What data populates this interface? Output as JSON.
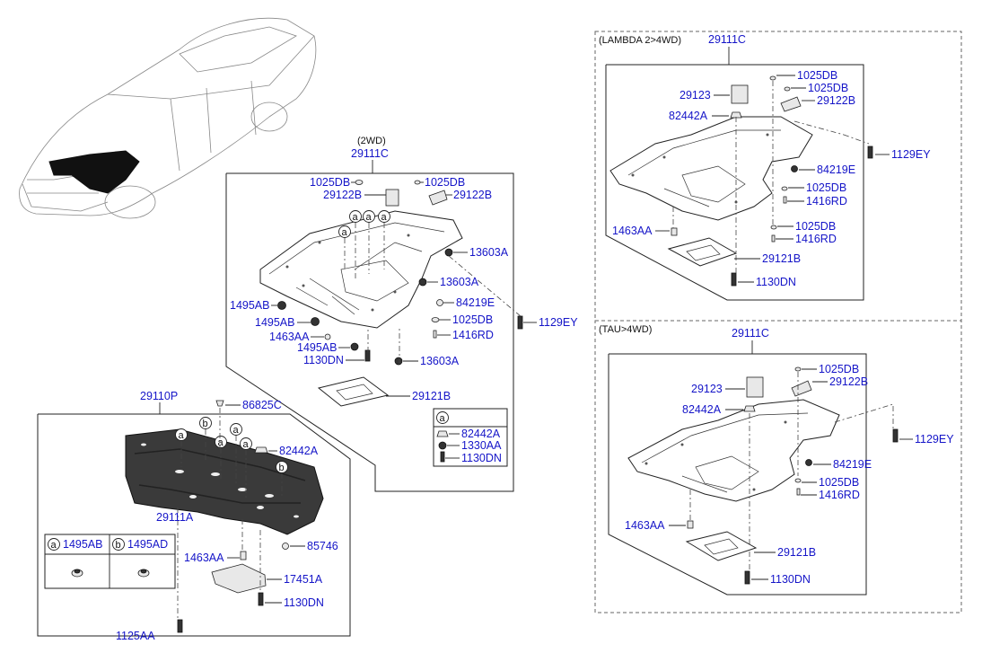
{
  "colors": {
    "label": "#1515c8",
    "line": "#222222",
    "shield_dark": "#3a3a3a"
  },
  "sections": {
    "wd2": {
      "variant": "(2WD)",
      "assembly": "29111C",
      "labels": {
        "p1025db_a": "1025DB",
        "p1025db_b": "1025DB",
        "p29122b_a": "29122B",
        "p29122b_b": "29122B",
        "p13603a_a": "13603A",
        "p13603a_b": "13603A",
        "p13603a_c": "13603A",
        "p84219e": "84219E",
        "p1025db_c": "1025DB",
        "p1416rd": "1416RD",
        "p1495ab_a": "1495AB",
        "p1495ab_b": "1495AB",
        "p1495ab_c": "1495AB",
        "p1463aa": "1463AA",
        "p1130dn": "1130DN",
        "p29121b": "29121B",
        "p1129ey": "1129EY"
      },
      "legend": {
        "key": "a",
        "items": [
          "82442A",
          "1330AA",
          "1130DN"
        ]
      }
    },
    "shield": {
      "assembly": "29110P",
      "part": "29111A",
      "labels": {
        "p86825c": "86825C",
        "p82442a": "82442A",
        "p85746": "85746",
        "p1463aa": "1463AA",
        "p17451a": "17451A",
        "p1130dn": "1130DN",
        "p1125aa": "1125AA"
      },
      "legend": [
        {
          "key": "a",
          "part": "1495AB"
        },
        {
          "key": "b",
          "part": "1495AD"
        }
      ]
    },
    "lambda": {
      "variant": "(LAMBDA 2>4WD)",
      "assembly": "29111C",
      "labels": {
        "p1025db_a": "1025DB",
        "p1025db_b": "1025DB",
        "p29123": "29123",
        "p29122b": "29122B",
        "p82442a": "82442A",
        "p1129ey": "1129EY",
        "p84219e": "84219E",
        "p1025db_c": "1025DB",
        "p1416rd_a": "1416RD",
        "p1463aa": "1463AA",
        "p1025db_d": "1025DB",
        "p1416rd_b": "1416RD",
        "p29121b": "29121B",
        "p1130dn": "1130DN"
      }
    },
    "tau": {
      "variant": "(TAU>4WD)",
      "assembly": "29111C",
      "labels": {
        "p1025db_a": "1025DB",
        "p29123": "29123",
        "p29122b": "29122B",
        "p82442a": "82442A",
        "p1129ey": "1129EY",
        "p84219e": "84219E",
        "p1025db_b": "1025DB",
        "p1416rd": "1416RD",
        "p1463aa": "1463AA",
        "p29121b": "29121B",
        "p1130dn": "1130DN"
      }
    }
  }
}
